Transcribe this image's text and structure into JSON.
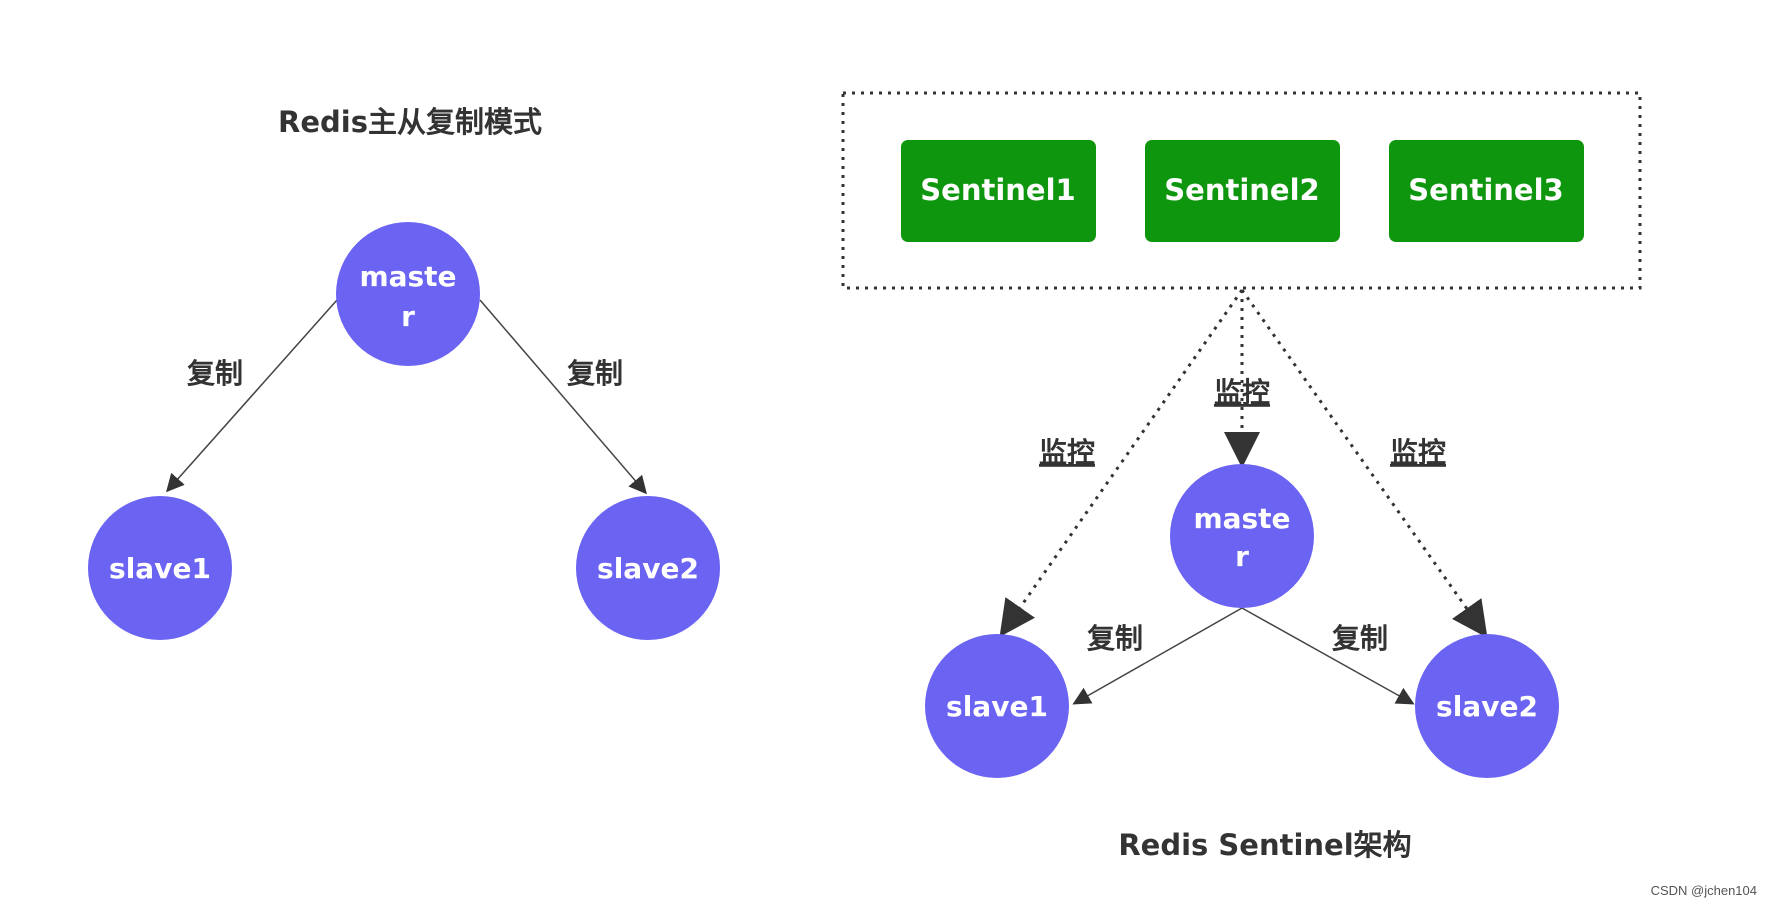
{
  "left_diagram": {
    "title": "Redis主从复制模式",
    "master_line1": "maste",
    "master_line2": "r",
    "slave1": "slave1",
    "slave2": "slave2",
    "edge_label_left": "复制",
    "edge_label_right": "复制"
  },
  "right_diagram": {
    "sentinels": [
      "Sentinel1",
      "Sentinel2",
      "Sentinel3"
    ],
    "monitor_left": "监控",
    "monitor_center": "监控",
    "monitor_right": "监控",
    "master_line1": "maste",
    "master_line2": "r",
    "slave1": "slave1",
    "slave2": "slave2",
    "edge_label_left": "复制",
    "edge_label_right": "复制",
    "title": "Redis Sentinel架构"
  },
  "watermark": "CSDN @jchen104",
  "colors": {
    "node_fill": "#6b63f2",
    "sentinel_fill": "#0e960e",
    "line": "#444444",
    "text_dark": "#333333"
  }
}
